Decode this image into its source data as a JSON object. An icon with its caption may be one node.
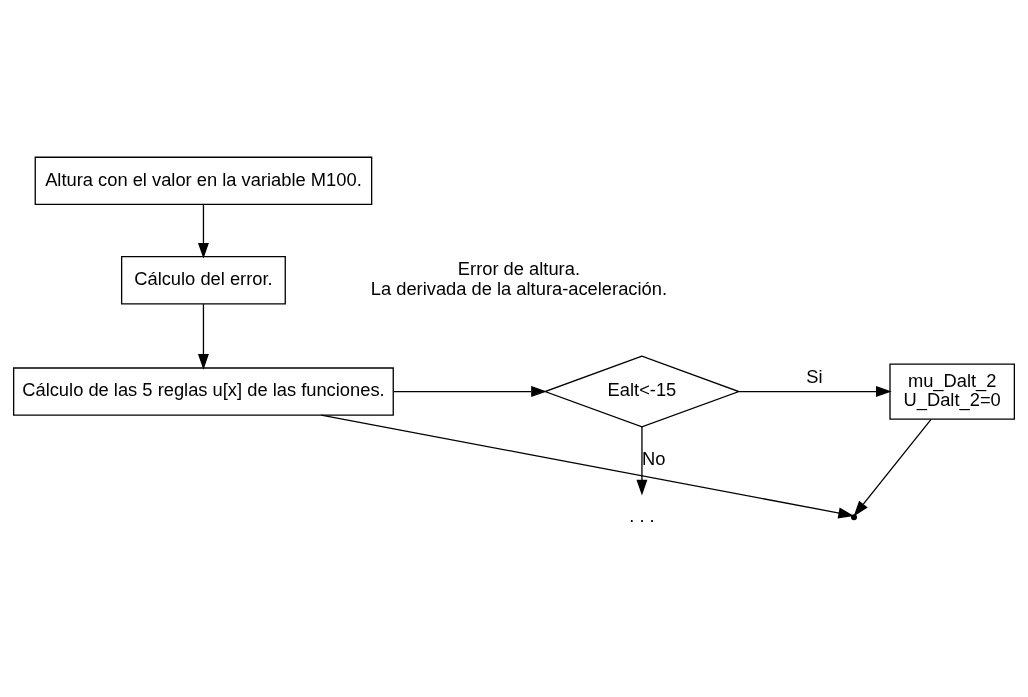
{
  "diagram": {
    "nodes": [
      {
        "text": [
          "Altura con el valor en la variable M100."
        ]
      },
      {
        "text": [
          "Cálculo del error."
        ]
      },
      {
        "text": [
          "Cálculo de las 5 reglas u[x] de las funciones."
        ]
      },
      {
        "text": [
          "Ealt<-15"
        ]
      },
      {
        "text": [
          "mu_Dalt_2",
          "U_Dalt_2=0"
        ]
      },
      {
        "text": [
          ". . ."
        ]
      },
      {
        "text": [],
        "shape": "point"
      }
    ],
    "edges": [
      {
        "from": 0,
        "to": 1,
        "arrow": "to"
      },
      {
        "from": 1,
        "to": 2,
        "arrow": "to"
      },
      {
        "from": 2,
        "to": 3,
        "arrow": "to"
      },
      {
        "from": 3,
        "to": 4,
        "arrow": "to",
        "label": "Si"
      },
      {
        "from": 3,
        "to": 5,
        "arrow": "to",
        "label": "No"
      },
      {
        "from": 2,
        "to": 6,
        "arrow": "to"
      },
      {
        "from": 4,
        "to": 6,
        "arrow": "to"
      }
    ],
    "labels": [
      "Error de altura.",
      "La derivada de la altura-aceleración."
    ]
  }
}
